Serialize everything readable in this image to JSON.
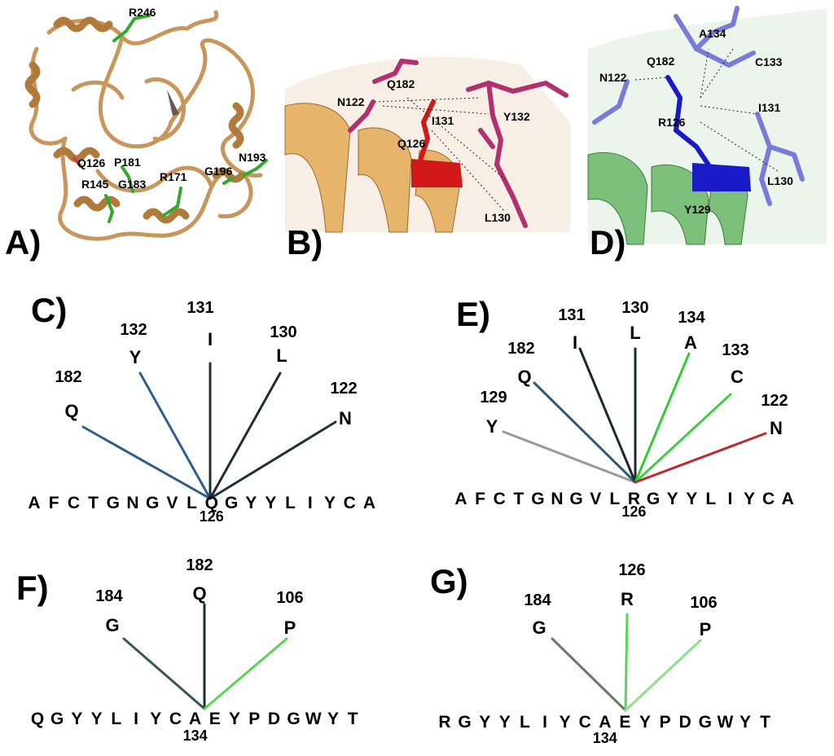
{
  "panels": {
    "A": {
      "label": "A)",
      "residue_labels": [
        "R246",
        "Q126",
        "P181",
        "R145",
        "G183",
        "R171",
        "N193",
        "G196"
      ]
    },
    "B": {
      "label": "B)",
      "residue_labels": [
        "Q182",
        "N122",
        "I131",
        "Y132",
        "Q126",
        "L130"
      ]
    },
    "D": {
      "label": "D)",
      "residue_labels": [
        "A134",
        "Q182",
        "C133",
        "N122",
        "I131",
        "R126",
        "L130",
        "Y129"
      ]
    },
    "C": {
      "label": "C)",
      "sequence": [
        "A",
        "F",
        "C",
        "T",
        "G",
        "N",
        "G",
        "V",
        "L",
        "Q",
        "G",
        "Y",
        "Y",
        "L",
        "I",
        "Y",
        "C",
        "A"
      ],
      "center_index": 9,
      "center_number": "126",
      "contacts": [
        {
          "residue": "Q",
          "number": "182",
          "color": "#2e5f86"
        },
        {
          "residue": "Y",
          "number": "132",
          "color": "#2f5e92"
        },
        {
          "residue": "I",
          "number": "131",
          "color": "#1c2e2e"
        },
        {
          "residue": "L",
          "number": "130",
          "color": "#1f2f2f"
        },
        {
          "residue": "N",
          "number": "122",
          "color": "#1f3434"
        }
      ]
    },
    "E": {
      "label": "E)",
      "sequence": [
        "A",
        "F",
        "C",
        "T",
        "G",
        "N",
        "G",
        "V",
        "L",
        "R",
        "G",
        "Y",
        "Y",
        "L",
        "I",
        "Y",
        "C",
        "A"
      ],
      "center_index": 9,
      "center_number": "126",
      "contacts": [
        {
          "residue": "Y",
          "number": "129",
          "color": "#9a9a9a"
        },
        {
          "residue": "Q",
          "number": "182",
          "color": "#2c5a78"
        },
        {
          "residue": "I",
          "number": "131",
          "color": "#182a2a"
        },
        {
          "residue": "L",
          "number": "130",
          "color": "#1c2c2c"
        },
        {
          "residue": "A",
          "number": "134",
          "color": "#33cc33"
        },
        {
          "residue": "C",
          "number": "133",
          "color": "#3fcf3f"
        },
        {
          "residue": "N",
          "number": "122",
          "color": "#c0282f"
        }
      ]
    },
    "F": {
      "label": "F)",
      "sequence": [
        "Q",
        "G",
        "Y",
        "Y",
        "L",
        "I",
        "Y",
        "C",
        "A",
        "E",
        "Y",
        "P",
        "D",
        "G",
        "W",
        "Y",
        "T"
      ],
      "center_index": 8,
      "center_number": "134",
      "contacts": [
        {
          "residue": "G",
          "number": "184",
          "color": "#355a4c"
        },
        {
          "residue": "Q",
          "number": "182",
          "color": "#1c3030"
        },
        {
          "residue": "P",
          "number": "106",
          "color": "#55d655"
        }
      ]
    },
    "G": {
      "label": "G)",
      "sequence": [
        "R",
        "G",
        "Y",
        "Y",
        "L",
        "I",
        "Y",
        "C",
        "A",
        "E",
        "Y",
        "P",
        "D",
        "G",
        "W",
        "Y",
        "T"
      ],
      "center_index": 8,
      "center_number": "134",
      "contacts": [
        {
          "residue": "G",
          "number": "184",
          "color": "#6a7a6a"
        },
        {
          "residue": "R",
          "number": "126",
          "color": "#55d655"
        },
        {
          "residue": "P",
          "number": "106",
          "color": "#8ee08e"
        }
      ]
    }
  }
}
